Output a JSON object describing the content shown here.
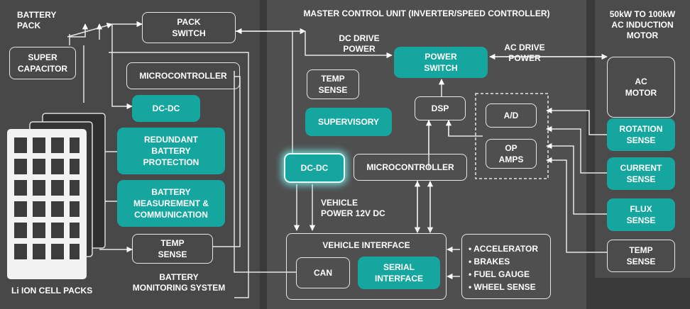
{
  "headings": {
    "battery_pack": "BATTERY\nPACK",
    "master_control": "MASTER CONTROL UNIT (INVERTER/SPEED CONTROLLER)",
    "motor": "50kW TO 100kW\nAC INDUCTION\nMOTOR",
    "cell_packs": "Li ION CELL PACKS",
    "bms": "BATTERY\nMONITORING SYSTEM"
  },
  "labels": {
    "dc_drive_power": "DC DRIVE\nPOWER",
    "ac_drive_power": "AC DRIVE\nPOWER",
    "vehicle_power": "VEHICLE\nPOWER 12V DC"
  },
  "blocks": {
    "super_capacitor": "SUPER\nCAPACITOR",
    "pack_switch": "PACK\nSWITCH",
    "bms_microcontroller": "MICROCONTROLLER",
    "bms_dcdc": "DC-DC",
    "redundant_protection": "REDUNDANT\nBATTERY\nPROTECTION",
    "measurement": "BATTERY\nMEASUREMENT &\nCOMMUNICATION",
    "bms_temp_sense": "TEMP\nSENSE",
    "mcu_temp_sense": "TEMP\nSENSE",
    "supervisory": "SUPERVISORY",
    "mcu_dcdc": "DC-DC",
    "mcu_microcontroller": "MICROCONTROLLER",
    "power_switch": "POWER\nSWITCH",
    "dsp": "DSP",
    "ad": "A/D",
    "op_amps": "OP\nAMPS",
    "vehicle_interface": "VEHICLE INTERFACE",
    "can": "CAN",
    "serial_interface": "SERIAL\nINTERFACE",
    "ac_motor": "AC\nMOTOR",
    "rotation_sense": "ROTATION\nSENSE",
    "current_sense": "CURRENT\nSENSE",
    "flux_sense": "FLUX\nSENSE",
    "motor_temp_sense": "TEMP\nSENSE"
  },
  "vehicle_inputs": [
    "ACCELERATOR",
    "BRAKES",
    "FUEL GAUGE",
    "WHEEL SENSE"
  ],
  "colors": {
    "background": "#3a3a3a",
    "panel": "#4b4b4b",
    "accent": "#16a6a0",
    "line": "#e6e6e6"
  }
}
